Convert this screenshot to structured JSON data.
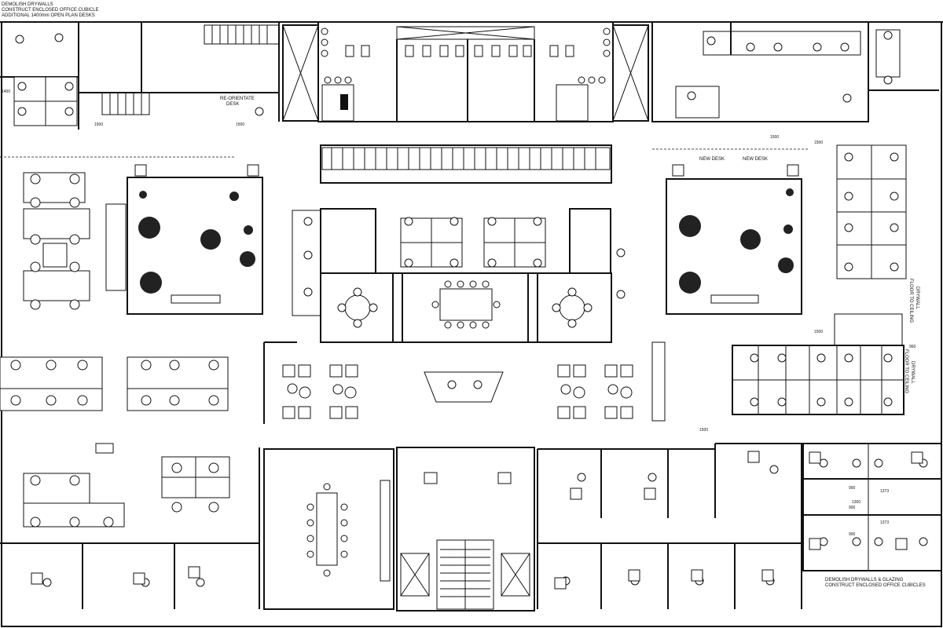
{
  "notes": {
    "top_left_1": "DEMOLISH DRYWALLS",
    "top_left_2": "CONSTRUCT ENCLOSED OFFICE CUBICLE",
    "top_left_3": "ADDITIONAL 1400mm OPEN PLAN DESKS",
    "reorient_1": "RE-ORIENTATE",
    "reorient_2": "DESK",
    "new_desk_1": "NEW DESK",
    "new_desk_2": "NEW DESK",
    "ftc_1": "FLOOR TO CEILING",
    "ftc_1b": "DRYWALL",
    "ftc_2": "FLOOR TO CEILING",
    "ftc_2b": "DRYWALL",
    "bottom_right_1": "DEMOLISH DRYWALLS & GLAZING",
    "bottom_right_2": "CONSTRUCT ENCLOSED OFFICE CUBICLES"
  },
  "dimensions": {
    "d1400": "1400",
    "d1500_a": "1500",
    "d1500_b": "1500",
    "d1500_c": "1500",
    "d1500_d": "1500",
    "d1500_e": "1500",
    "d1500_f": "1500",
    "d900_a": "900",
    "d900_b": "900",
    "d900_c": "900",
    "d1300": "1300",
    "d960": "960",
    "d1373_a": "1373",
    "d1373_b": "1373"
  }
}
